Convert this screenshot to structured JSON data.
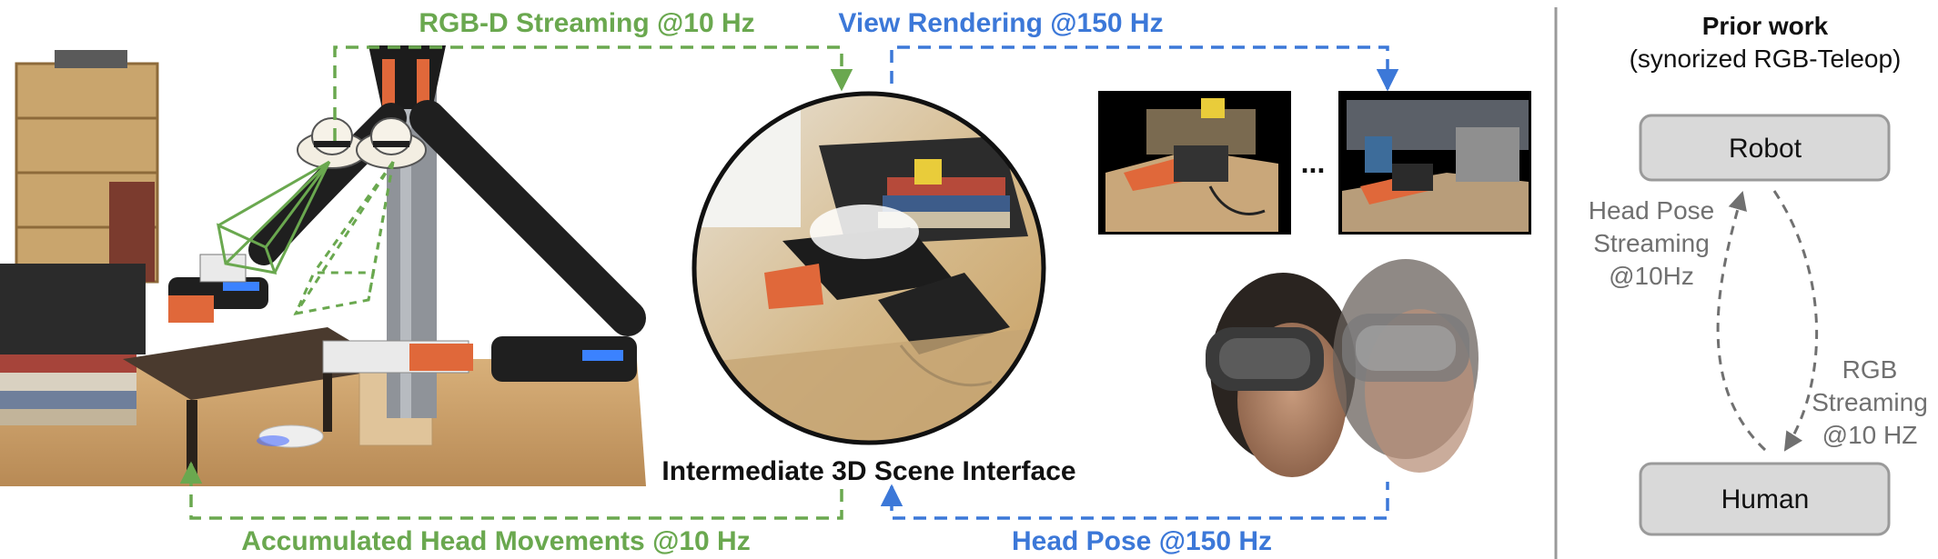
{
  "labels": {
    "rgbd_streaming": "RGB-D Streaming @10 Hz",
    "view_rendering": "View Rendering @150 Hz",
    "scene_interface": "Intermediate 3D Scene Interface",
    "accumulated_head": "Accumulated Head Movements @10 Hz",
    "head_pose": "Head Pose @150 Hz",
    "ellipsis": "..."
  },
  "prior_work": {
    "title": "Prior work",
    "subtitle": "(synorized RGB-Teleop)",
    "robot": "Robot",
    "human": "Human",
    "left_arrow": [
      "Head Pose",
      "Streaming",
      "@10Hz"
    ],
    "right_arrow": [
      "RGB",
      "Streaming",
      "@10 HZ"
    ]
  },
  "colors": {
    "green": "#6aa84f",
    "blue": "#3c78d8",
    "gray_text": "#707070",
    "box_fill": "#d9d9d9",
    "box_stroke": "#9a9a9a"
  },
  "images": {
    "robot_photo": "robot-with-camera-frustum-photo",
    "scene_render": "point-cloud-scene-render",
    "view_1": "rendered-view-1",
    "view_2": "rendered-view-2",
    "vr_users": "vr-headset-users-photo"
  }
}
